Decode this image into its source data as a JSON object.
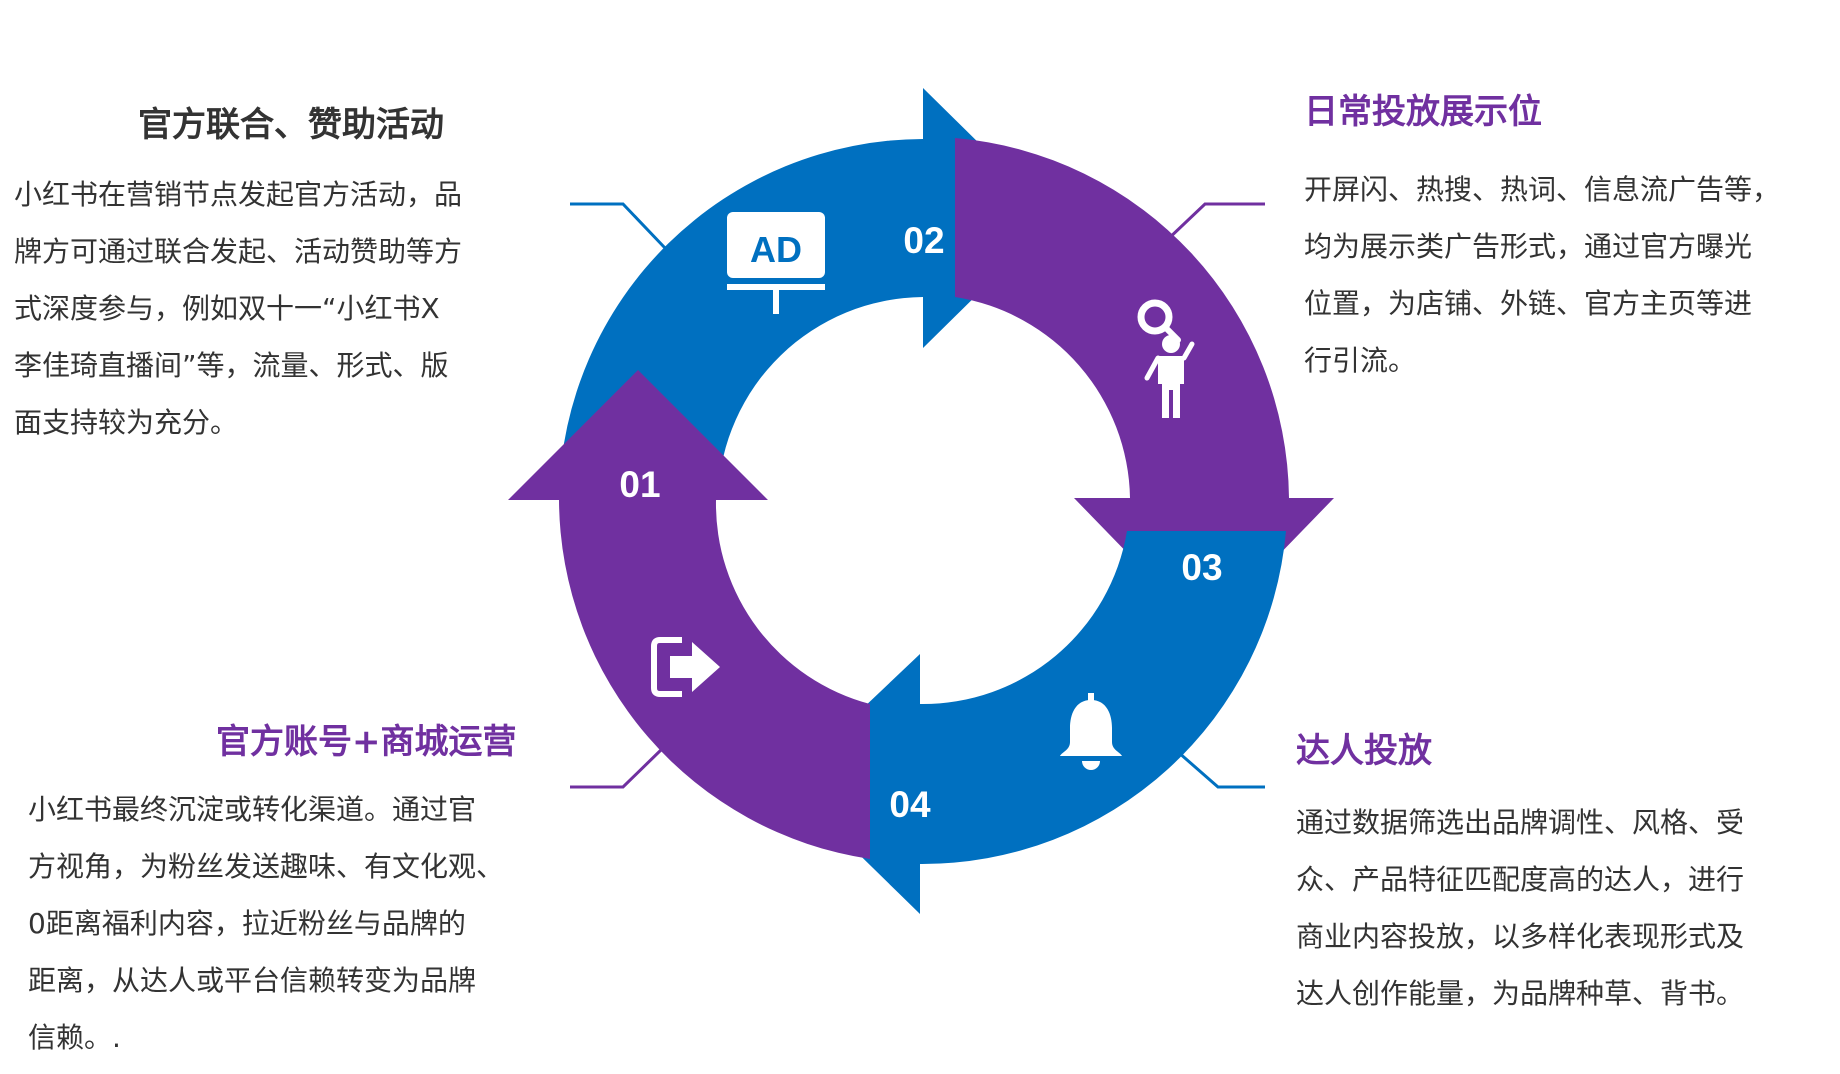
{
  "colors": {
    "blue": "#0070c0",
    "purple": "#7030a0",
    "text": "#333333"
  },
  "steps": [
    {
      "number": "01",
      "icon": "checkmark-cursor-icon"
    },
    {
      "number": "02",
      "icon": "ad-billboard-icon",
      "badge": "AD"
    },
    {
      "number": "03",
      "icon": "magnifier-person-icon"
    },
    {
      "number": "04",
      "icon": "bell-icon"
    }
  ],
  "entry_icon": "exit-arrow-icon",
  "panels": {
    "top_left": {
      "title": "官方联合、赞助活动",
      "lines": [
        "小红书在营销节点发起官方活动，品",
        "牌方可通过联合发起、活动赞助等方",
        "式深度参与，例如双十一“小红书X",
        "李佳琦直播间”等，流量、形式、版",
        "面支持较为充分。"
      ]
    },
    "top_right": {
      "title": "日常投放展示位",
      "lines": [
        "开屏闪、热搜、热词、信息流广告等，",
        "均为展示类广告形式，通过官方曝光",
        "位置，为店铺、外链、官方主页等进",
        "行引流。"
      ]
    },
    "bottom_left": {
      "title": "官方账号+商城运营",
      "lines": [
        "小红书最终沉淀或转化渠道。通过官",
        "方视角，为粉丝发送趣味、有文化观、",
        "0距离福利内容，拉近粉丝与品牌的",
        "距离，从达人或平台信赖转变为品牌",
        "信赖。."
      ]
    },
    "bottom_right": {
      "title": "达人投放",
      "lines": [
        "通过数据筛选出品牌调性、风格、受",
        "众、产品特征匹配度高的达人，进行",
        "商业内容投放，以多样化表现形式及",
        "达人创作能量，为品牌种草、背书。"
      ]
    }
  }
}
